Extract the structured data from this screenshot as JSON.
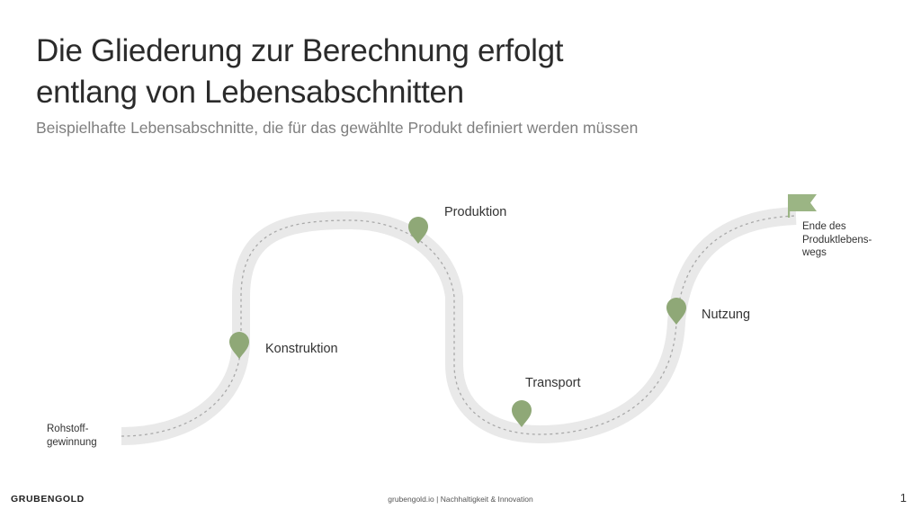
{
  "slide": {
    "title_line1": "Die Gliederung zur Berechnung erfolgt",
    "title_line2": "entlang von Lebensabschnitten",
    "subtitle": "Beispielhafte Lebensabschnitte, die für das gewählte Produkt definiert werden müssen"
  },
  "stages": {
    "start": "Rohstoff-gewinnung",
    "konstruktion": "Konstruktion",
    "produktion": "Produktion",
    "transport": "Transport",
    "nutzung": "Nutzung",
    "end": "Ende des Produktlebens-wegs"
  },
  "icons": {
    "marker": "map-pin-icon",
    "finish": "flag-icon"
  },
  "colors": {
    "road": "#e9e9e9",
    "dash": "#a9a9a9",
    "pin": "#8fa877",
    "flag": "#9bb584",
    "title": "#2b2b2b",
    "subtitle": "#7f7f7f"
  },
  "footer": {
    "logo": "GRUBENGOLD",
    "center": "grubengold.io | Nachhaltigkeit & Innovation",
    "page": "1"
  }
}
